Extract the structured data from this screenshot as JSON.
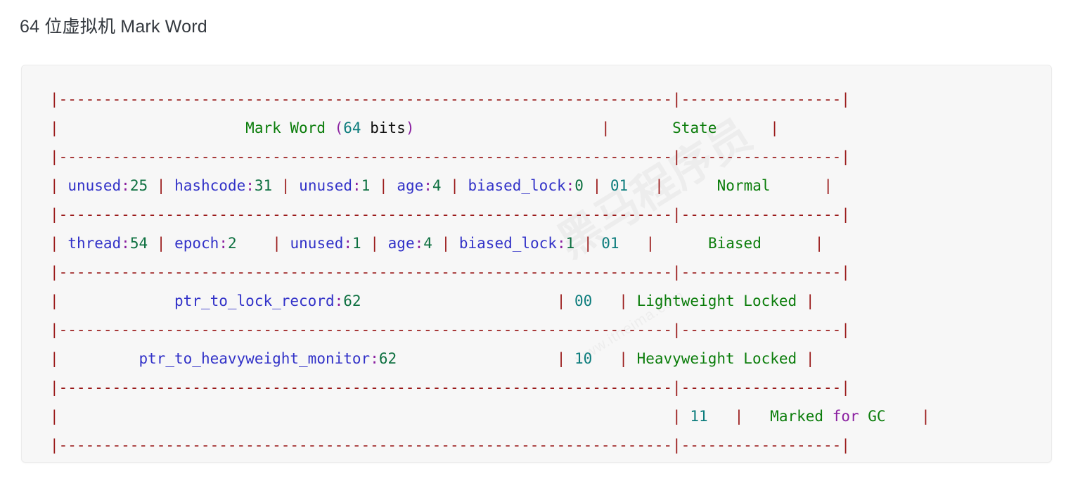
{
  "page": {
    "title": "64 位虚拟机 Mark Word",
    "background": "#ffffff"
  },
  "watermark": {
    "logo_text": "黑马程序员",
    "url_text": "www.itheima.com"
  },
  "colors": {
    "frame": "#9a1a1a",
    "identifier": "#3232c8",
    "punctuation": "#8a1fa0",
    "number": "#0d7040",
    "state": "#0b7d0b",
    "plain": "#111111",
    "bits": "#0d7d7d",
    "code_background": "#f7f7f7",
    "code_border": "#ebebeb"
  },
  "code_block": {
    "language": "plaintext",
    "header": {
      "mark_word_label": "Mark Word",
      "bits_open_paren": "(",
      "bits_count": "64",
      "bits_word": "bits",
      "bits_close_paren": ")",
      "state_label": "State"
    },
    "separator_left": "|---------------------------------------------------------------------|",
    "separator_right": "------------------|",
    "rows": [
      {
        "fields": [
          {
            "name": "unused",
            "value": "25"
          },
          {
            "name": "hashcode",
            "value": "31"
          },
          {
            "name": "unused",
            "value": "1"
          },
          {
            "name": "age",
            "value": "4"
          },
          {
            "name": "biased_lock",
            "value": "0"
          }
        ],
        "lock_bits": "01",
        "state": "Normal"
      },
      {
        "fields": [
          {
            "name": "thread",
            "value": "54"
          },
          {
            "name": "epoch",
            "value": "2"
          },
          {
            "name": "unused",
            "value": "1"
          },
          {
            "name": "age",
            "value": "4"
          },
          {
            "name": "biased_lock",
            "value": "1"
          }
        ],
        "lock_bits": "01",
        "state": "Biased"
      },
      {
        "pointer": {
          "name": "ptr_to_lock_record",
          "value": "62"
        },
        "lock_bits": "00",
        "state": "Lightweight Locked"
      },
      {
        "pointer": {
          "name": "ptr_to_heavyweight_monitor",
          "value": "62"
        },
        "lock_bits": "10",
        "state": "Heavyweight Locked"
      },
      {
        "pointer": null,
        "lock_bits": "11",
        "state_word_1": "Marked",
        "state_word_2": "for",
        "state_word_3": "GC",
        "state": "Marked for GC"
      }
    ]
  }
}
